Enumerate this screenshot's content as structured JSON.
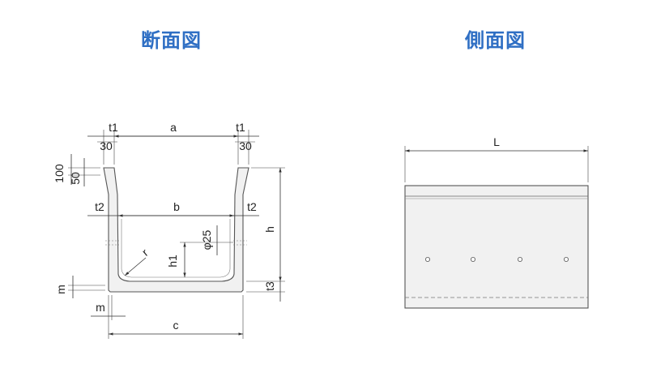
{
  "titles": {
    "section_view": "断面図",
    "side_view": "側面図"
  },
  "section_labels": {
    "t1_left": "t1",
    "t1_right": "t1",
    "a": "a",
    "dim30_left": "30",
    "dim30_right": "30",
    "d100": "100",
    "d50": "50",
    "t2_left": "t2",
    "t2_right": "t2",
    "b": "b",
    "h": "h",
    "phi25": "φ25",
    "r": "r",
    "h1": "h1",
    "m_left": "m",
    "t3": "t3",
    "m_bottom": "m",
    "c": "c"
  },
  "side_labels": {
    "L": "L"
  },
  "colors": {
    "title": "#2f6fc4",
    "body_fill": "#f1f1f1",
    "outline": "#555555"
  }
}
